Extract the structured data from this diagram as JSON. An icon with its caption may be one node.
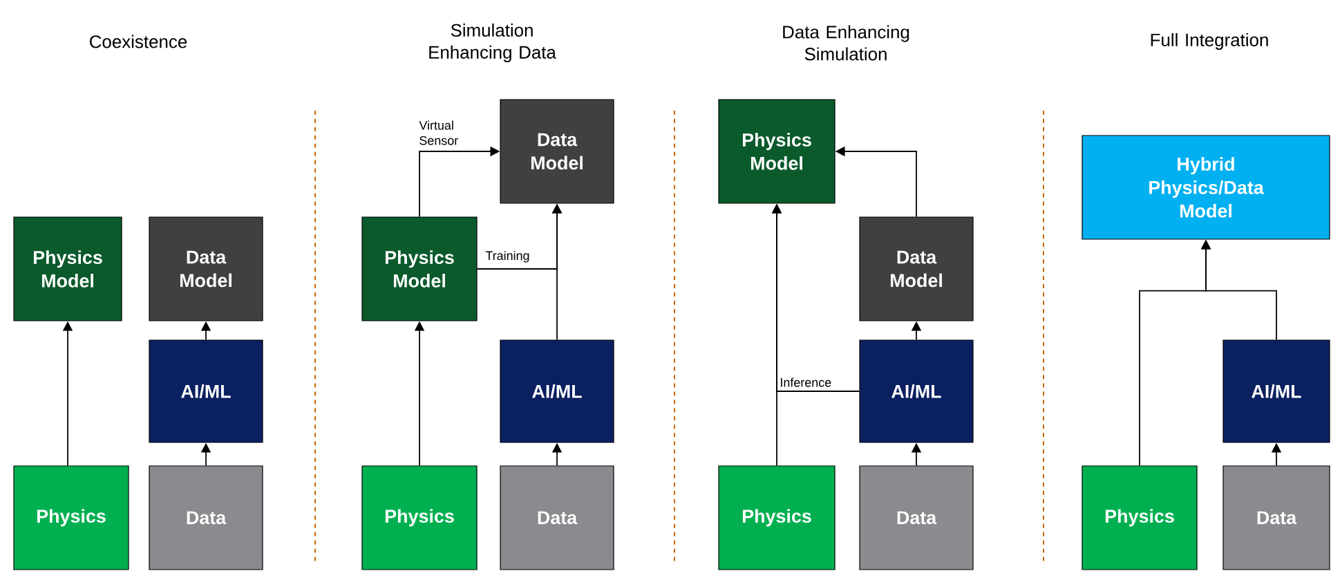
{
  "diagram": {
    "nodes": [
      {
        "text": [
          "Physics Model"
        ]
      },
      {
        "text": [
          "Data Model"
        ]
      },
      {
        "text": [
          "AI/ML"
        ]
      },
      {
        "text": [
          "Physics"
        ]
      },
      {
        "text": [
          "Data"
        ]
      },
      {
        "text": [
          "Data Model"
        ]
      },
      {
        "text": [
          "Physics Model"
        ]
      },
      {
        "text": [
          "AI/ML"
        ]
      },
      {
        "text": [
          "Physics"
        ]
      },
      {
        "text": [
          "Data"
        ]
      },
      {
        "text": [
          "Physics Model"
        ]
      },
      {
        "text": [
          "Data Model"
        ]
      },
      {
        "text": [
          "AI/ML"
        ]
      },
      {
        "text": [
          "Physics"
        ]
      },
      {
        "text": [
          "Data"
        ]
      },
      {
        "text": [
          "Hybrid Physics/Data Model"
        ]
      },
      {
        "text": [
          "AI/ML"
        ]
      },
      {
        "text": [
          "Physics"
        ]
      },
      {
        "text": [
          "Data"
        ]
      }
    ],
    "edges": [
      {
        "from": 3,
        "to": 0,
        "arrow": "to"
      },
      {
        "from": 4,
        "to": 2,
        "arrow": "to"
      },
      {
        "from": 2,
        "to": 1,
        "arrow": "to"
      },
      {
        "from": 6,
        "to": 5,
        "arrow": "to",
        "label": "Virtual Sensor"
      },
      {
        "from": 6,
        "to": 5,
        "arrow": "to",
        "label": "Training"
      },
      {
        "from": 8,
        "to": 6,
        "arrow": "to"
      },
      {
        "from": 9,
        "to": 7,
        "arrow": "to"
      },
      {
        "from": 7,
        "to": 5,
        "arrow": "to"
      },
      {
        "from": 11,
        "to": 10,
        "arrow": "to"
      },
      {
        "from": 12,
        "to": 11,
        "arrow": "to"
      },
      {
        "from": 14,
        "to": 12,
        "arrow": "to"
      },
      {
        "from": 13,
        "to": 10,
        "arrow": "to"
      },
      {
        "from": 12,
        "to": 10,
        "arrow": "to",
        "label": "Inference"
      },
      {
        "from": 17,
        "to": 15,
        "arrow": "to"
      },
      {
        "from": 16,
        "to": 15,
        "arrow": "to"
      },
      {
        "from": 18,
        "to": 16,
        "arrow": "to"
      }
    ],
    "labels": [
      "Coexistence",
      "Simulation Enhancing Data",
      "Data Enhancing Simulation",
      "Full Integration"
    ]
  }
}
